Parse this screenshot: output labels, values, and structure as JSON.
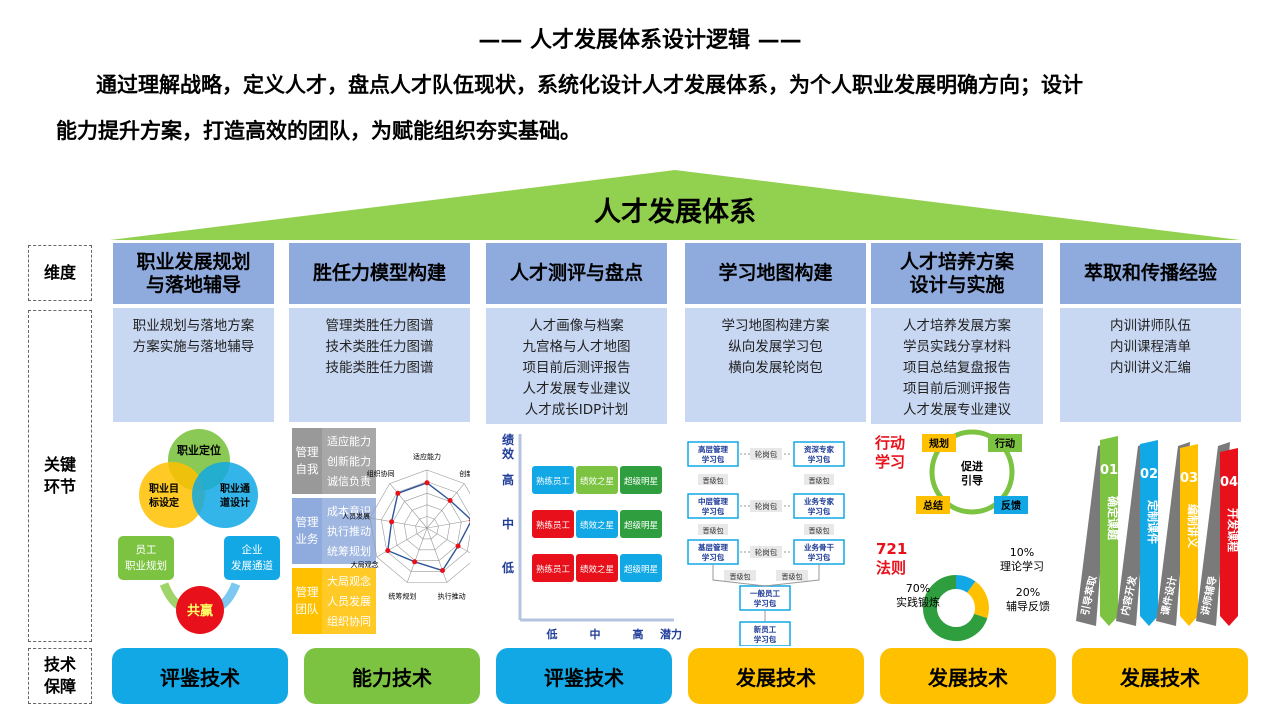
{
  "title": "—— 人才发展体系设计逻辑 ——",
  "intro_line1": "通过理解战略，定义人才，盘点人才队伍现状，系统化设计人才发展体系，为个人职业发展明确方向；设计",
  "intro_line2": "能力提升方案，打造高效的团队，为赋能组织夯实基础。",
  "roof_label": "人才发展体系",
  "side_labels": {
    "dimension": "维度",
    "key": "关键\n环节",
    "tech": "技术\n保障"
  },
  "columns": [
    {
      "header": "职业发展规划\n与落地辅导",
      "items": [
        "职业规划与落地方案",
        "方案实施与落地辅导"
      ],
      "tech": "评鉴技术",
      "tech_color": "#11a8e5"
    },
    {
      "header": "胜任力模型构建",
      "items": [
        "管理类胜任力图谱",
        "技术类胜任力图谱",
        "技能类胜任力图谱"
      ],
      "tech": "能力技术",
      "tech_color": "#7dc342"
    },
    {
      "header": "人才测评与盘点",
      "items": [
        "人才画像与档案",
        "九宫格与人才地图",
        "项目前后测评报告",
        "人才发展专业建议",
        "人才成长IDP计划"
      ],
      "tech": "评鉴技术",
      "tech_color": "#11a8e5"
    },
    {
      "header": "学习地图构建",
      "items": [
        "学习地图构建方案",
        "纵向发展学习包",
        "横向发展轮岗包"
      ],
      "tech": "发展技术",
      "tech_color": "#ffc000"
    },
    {
      "header": "人才培养方案\n设计与实施",
      "items": [
        "人才培养发展方案",
        "学员实践分享材料",
        "项目总结复盘报告",
        "项目前后测评报告",
        "人才发展专业建议"
      ],
      "tech": "发展技术",
      "tech_color": "#ffc000"
    },
    {
      "header": "萃取和传播经验",
      "items": [
        "内训讲师队伍",
        "内训课程清单",
        "内训讲义汇编"
      ],
      "tech": "发展技术",
      "tech_color": "#ffc000"
    }
  ],
  "venn": {
    "top": "职业定位",
    "left": "职业目\n标设定",
    "right": "职业通\n道设计",
    "box_left": "员工\n职业规划",
    "box_right": "企业\n发展通道",
    "result": "共赢"
  },
  "competency": {
    "groups": [
      {
        "label": "管理\n自我",
        "items": "适应能力\n创新能力\n诚信负责"
      },
      {
        "label": "管理\n业务",
        "items": "成本意识\n执行推动\n统筹规划"
      },
      {
        "label": "管理\n团队",
        "items": "大局观念\n人员发展\n组织协同"
      }
    ],
    "radar_labels": [
      "适应能力",
      "创新能力",
      "诚信负责",
      "成本意识",
      "执行推动",
      "统筹规划",
      "大局观念",
      "人员发展",
      "组织协同"
    ]
  },
  "ninebox": {
    "y_axis": "绩效",
    "x_axis": "潜力",
    "y_ticks": [
      "高",
      "中",
      "低"
    ],
    "x_ticks": [
      "低",
      "中",
      "高"
    ],
    "cells": [
      "熟练员工",
      "绩效之星",
      "超级明星",
      "熟练员工",
      "绩效之星",
      "超级明星",
      "熟练员工",
      "绩效之星",
      "超级明星"
    ]
  },
  "learning_map": {
    "nodes": [
      "高层管理\n学习包",
      "资深专家\n学习包",
      "中层管理\n学习包",
      "业务专家\n学习包",
      "基层管理\n学习包",
      "业务骨干\n学习包",
      "一般员工\n学习包",
      "新员工\n学习包"
    ],
    "rotate": "轮岗包",
    "promote": "晋级包"
  },
  "action_learning": {
    "title": "行动\n学习",
    "center": "促进\n引导",
    "steps": [
      "规划",
      "行动",
      "反馈",
      "总结"
    ]
  },
  "rule721": {
    "title": "721\n法则",
    "labels": [
      "10%\n理论学习",
      "20%\n辅导反馈",
      "70%\n实践锻炼"
    ],
    "values": [
      10,
      20,
      70
    ]
  },
  "experience": {
    "ribbons": [
      {
        "num": "01",
        "text": "确定课题"
      },
      {
        "num": "02",
        "text": "定制课件"
      },
      {
        "num": "03",
        "text": "编制讲义"
      },
      {
        "num": "04",
        "text": "开发课程"
      }
    ],
    "side_texts": [
      "引导萃取",
      "内容开发",
      "课件设计",
      "讲师辅导"
    ]
  }
}
